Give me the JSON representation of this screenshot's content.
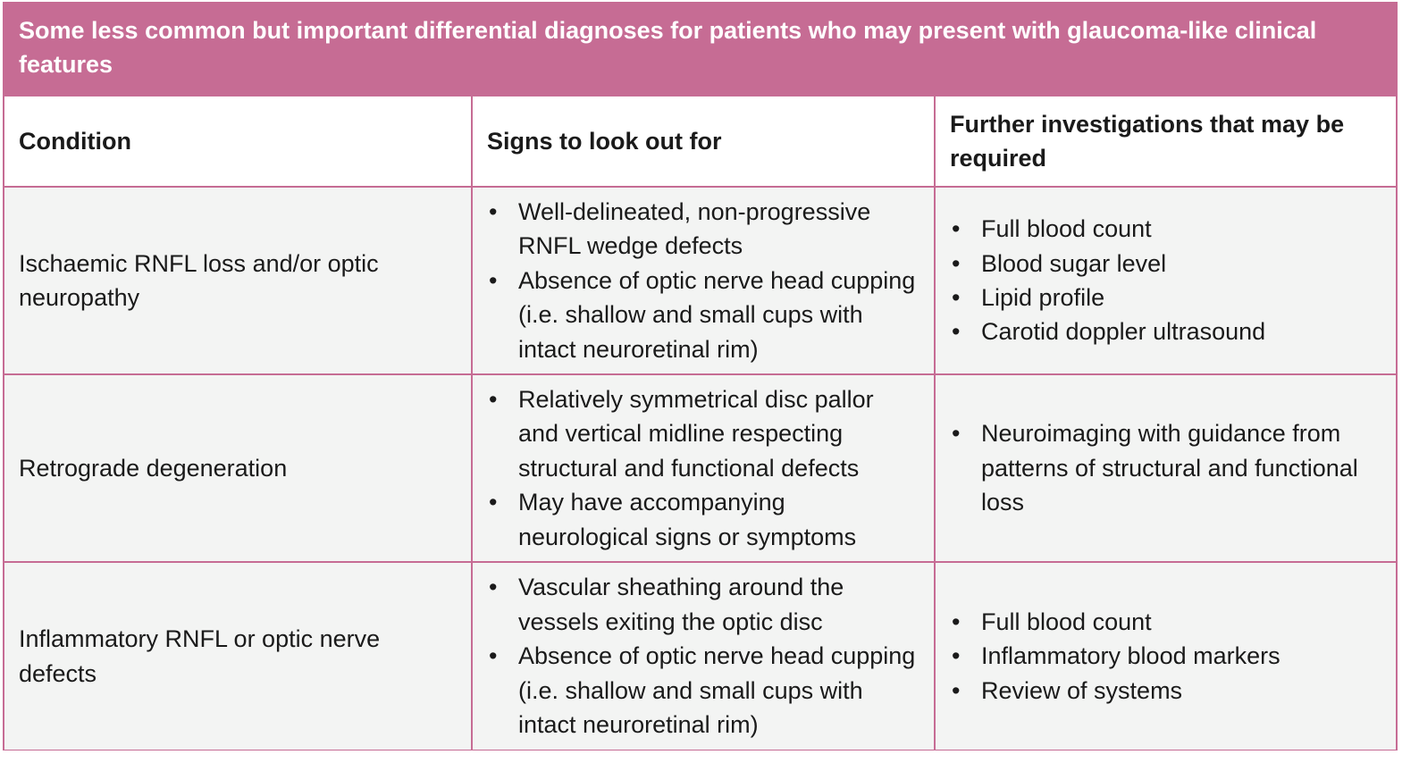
{
  "caption": "Some less common but important differential diagnoses for patients who may present with glaucoma-like clinical features",
  "headers": {
    "condition": "Condition",
    "signs": "Signs to look out for",
    "investigations": "Further investigations that may be required"
  },
  "rows": [
    {
      "condition": "Ischaemic RNFL loss and/or optic neuropathy",
      "signs": [
        "Well-delineated, non-progressive RNFL wedge defects",
        "Absence of optic nerve head cupping (i.e. shallow and small cups with intact neuroretinal rim)"
      ],
      "investigations": [
        "Full blood count",
        "Blood sugar level",
        "Lipid profile",
        "Carotid doppler ultrasound"
      ]
    },
    {
      "condition": "Retrograde degeneration",
      "signs": [
        "Relatively symmetrical disc pallor and vertical midline respecting structural and functional defects",
        "May have accompanying neurological signs or symptoms"
      ],
      "investigations": [
        "Neuroimaging with guidance from patterns of structural and functional loss"
      ]
    },
    {
      "condition": "Inflammatory RNFL or optic nerve defects",
      "signs": [
        "Vascular sheathing around the vessels exiting the optic disc",
        "Absence of optic nerve head cupping (i.e. shallow and small cups with intact neuroretinal rim)"
      ],
      "investigations": [
        "Full blood count",
        "Inflammatory blood markers",
        "Review of systems"
      ]
    }
  ]
}
